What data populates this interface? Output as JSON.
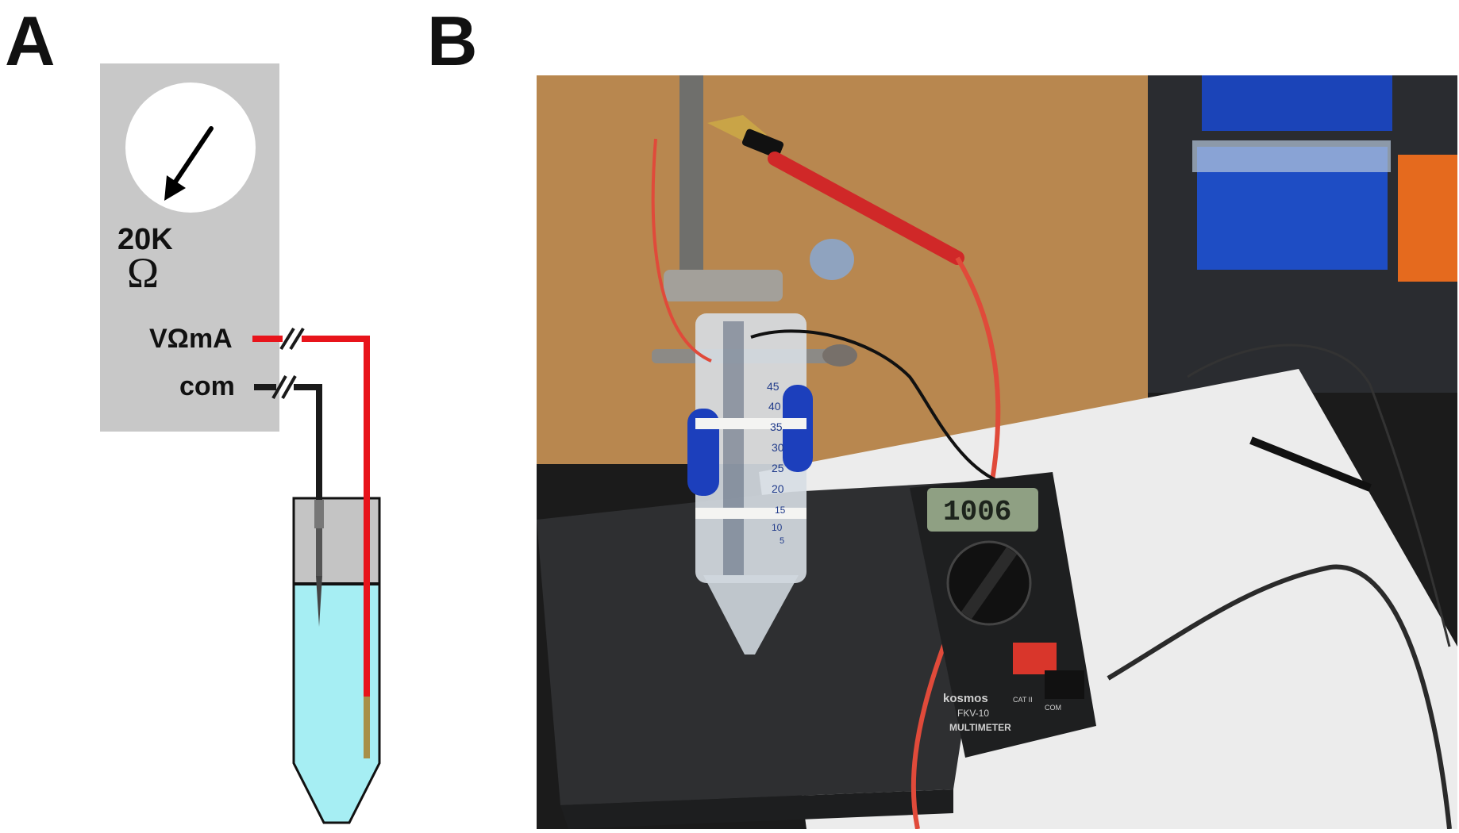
{
  "panel_a": {
    "label": "A",
    "meter": {
      "range_text": "20K",
      "unit_symbol": "Ω",
      "terminal_positive": "VΩmA",
      "terminal_common": "com"
    },
    "colors": {
      "meter_body": "#c8c8c8",
      "positive_lead": "#e8141b",
      "common_lead": "#1a1a1a",
      "liquid": "#a6eef3"
    }
  },
  "panel_b": {
    "label": "B",
    "photo": {
      "tube_scale": [
        "45",
        "40",
        "35",
        "30",
        "25",
        "20",
        "15",
        "10",
        "5"
      ],
      "meter_display": "1006",
      "meter_brand": "kosmos",
      "meter_model": "FKV-10",
      "meter_type": "MULTIMETER",
      "port_labels": [
        "CAT II",
        "COM"
      ]
    }
  }
}
